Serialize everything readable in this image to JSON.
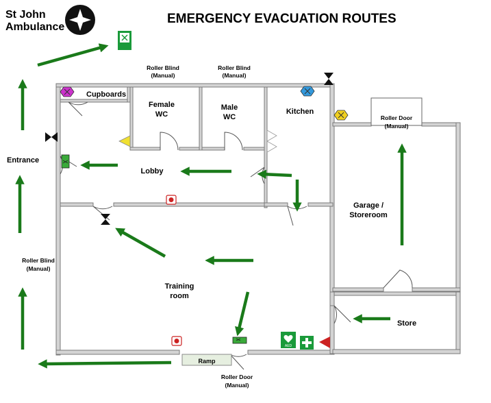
{
  "title": "EMERGENCY  EVACUATION ROUTES",
  "logo": {
    "line1": "St John",
    "line2": "Ambulance"
  },
  "labels": {
    "cupboards": "Cupboards",
    "female_wc_1": "Female",
    "female_wc_2": "WC",
    "male_wc_1": "Male",
    "male_wc_2": "WC",
    "kitchen": "Kitchen",
    "lobby": "Lobby",
    "entrance": "Entrance",
    "training_1": "Training",
    "training_2": "room",
    "garage_1": "Garage /",
    "garage_2": "Storeroom",
    "store": "Store",
    "ramp": "Ramp"
  },
  "annotations": {
    "roller_blind_1_a": "Roller Blind",
    "roller_blind_1_b": "(Manual)",
    "roller_blind_2_a": "Roller Blind",
    "roller_blind_2_b": "(Manual)",
    "roller_door_garage_a": "Roller Door",
    "roller_door_garage_b": "(Manual)",
    "roller_blind_side_a": "Roller Blind",
    "roller_blind_side_b": "(Manual)",
    "roller_door_bottom_a": "Roller Door",
    "roller_door_bottom_b": "(Manual)",
    "aed": "AED"
  },
  "colors": {
    "arrow": "#1a7a1a",
    "wall": "#8a8a8a",
    "wall_fill": "#d4d4d4",
    "fire_extinguisher": "#cc2222",
    "first_aid": "#1a9a3a",
    "co2_marker": "#cc33cc",
    "water_marker": "#3399dd",
    "hazard_marker": "#f0d020",
    "warning_marker": "#f0e030"
  },
  "icons": [
    "st-john-cross-icon",
    "assembly-point-icon",
    "fire-exit-sign-icon",
    "aed-icon",
    "first-aid-icon",
    "fire-alarm-icon",
    "fire-extinguisher-icon",
    "hazard-icon"
  ]
}
